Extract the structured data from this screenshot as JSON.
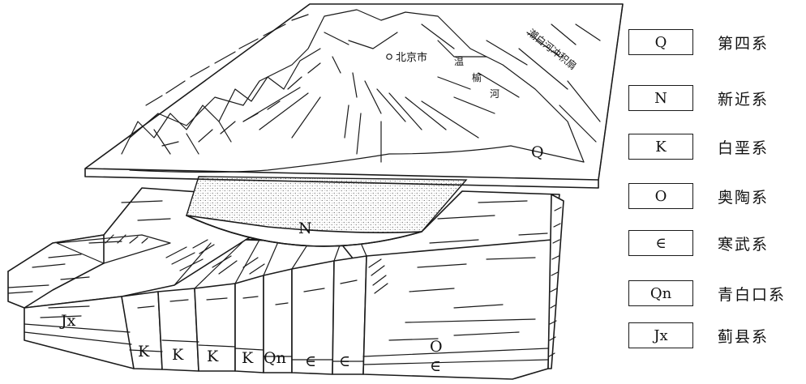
{
  "map": {
    "city_label": "北京市",
    "river_chars": [
      "温",
      "榆",
      "河"
    ],
    "fan_label": "潮白河冲积扇",
    "cover_unit": "Q"
  },
  "block": {
    "sand_unit": "N",
    "units": {
      "jx": "Jx",
      "k1": "K",
      "k2": "K",
      "k3": "K",
      "k4": "K",
      "qn": "Qn",
      "cam1": "∈",
      "cam2": "∈",
      "o": "O",
      "cam3": "∈"
    }
  },
  "legend": [
    {
      "code": "Q",
      "name": "第四系"
    },
    {
      "code": "N",
      "name": "新近系"
    },
    {
      "code": "K",
      "name": "白垩系"
    },
    {
      "code": "O",
      "name": "奥陶系"
    },
    {
      "code": "∈",
      "name": "寒武系"
    },
    {
      "code": "Qn",
      "name": "青白口系"
    },
    {
      "code": "Jx",
      "name": "蓟县系"
    }
  ]
}
